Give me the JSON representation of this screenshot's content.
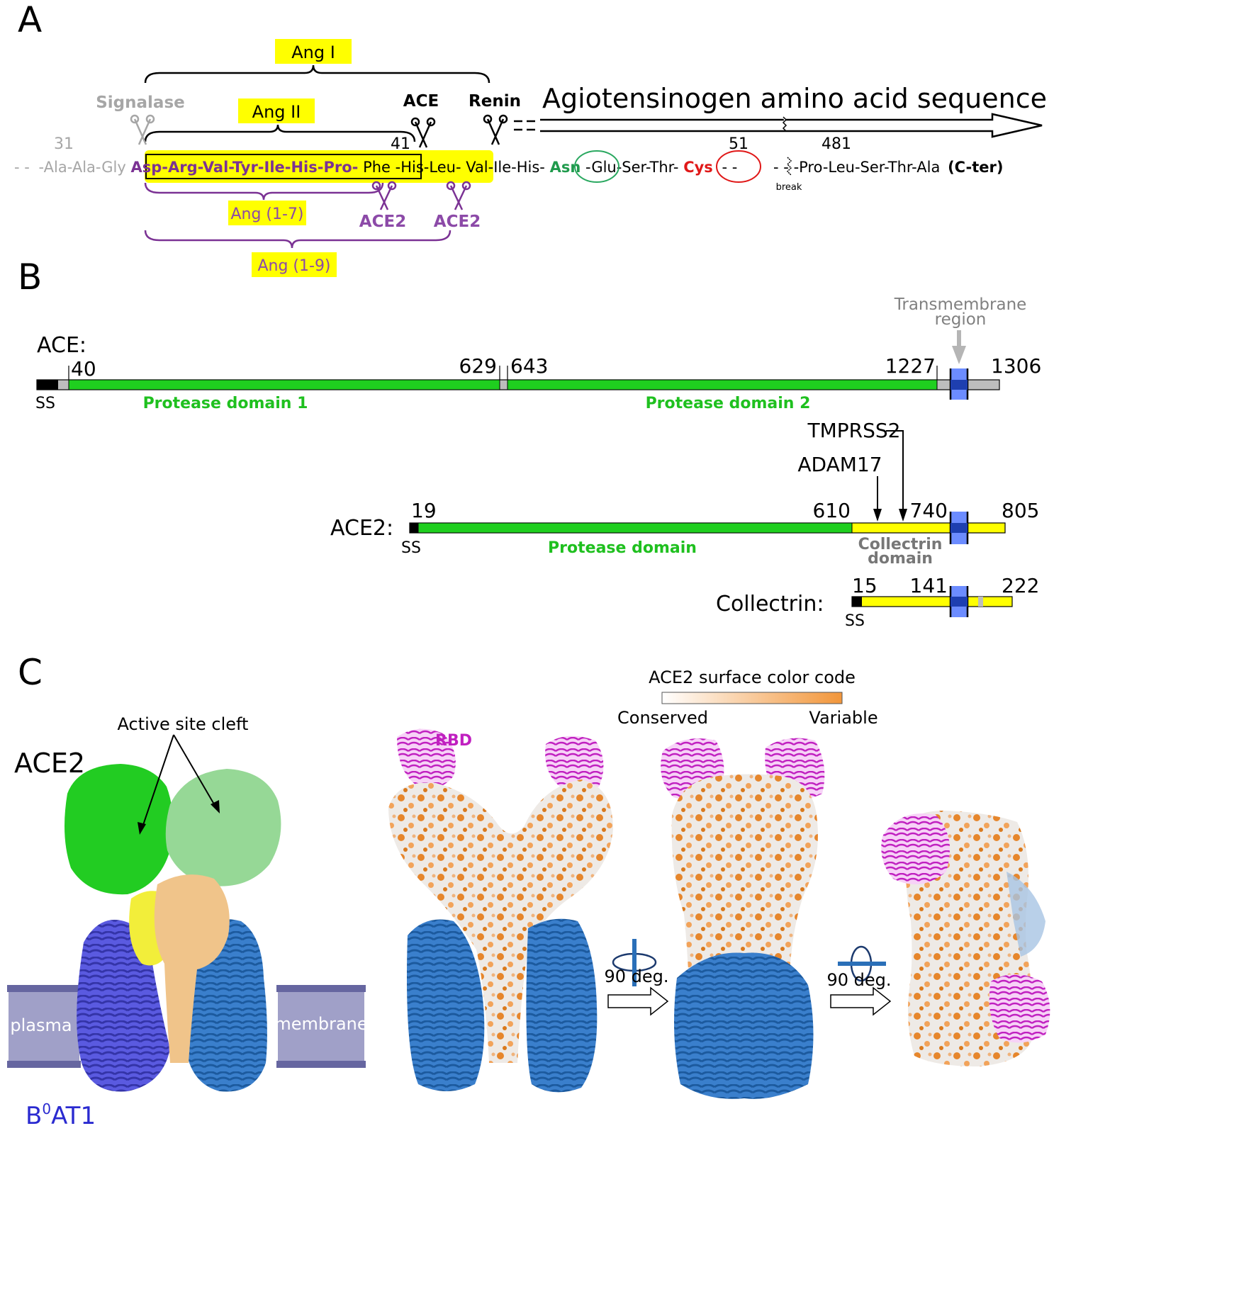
{
  "panels": {
    "a": "A",
    "b": "B",
    "c": "C"
  },
  "panel_a": {
    "ang_i": "Ang I",
    "ang_ii": "Ang II",
    "ang_1_7": "Ang (1-7)",
    "ang_1_9": "Ang (1-9)",
    "signalase": "Signalase",
    "ace": "ACE",
    "renin": "Renin",
    "ace2": "ACE2",
    "sequence_title": "Agiotensinogen amino acid sequence",
    "num_31": "31",
    "num_41": "41",
    "num_51": "51",
    "num_481": "481",
    "break_label": "break",
    "seq_dashes": "- -",
    "seq_grey": "-Ala-Ala-Gly",
    "seq_angii": "Asp-Arg-Val-Tyr-Ile-His-Pro-",
    "seq_phe": "Phe",
    "seq_his_leu": "-His-Leu-",
    "seq_val": "Val-Ile-His-",
    "seq_asn": "Asn",
    "seq_glu": "-Glu-Ser-Thr-",
    "seq_cys": "Cys",
    "seq_dash2": "- -",
    "seq_dash3": "- -",
    "seq_pro": "-Pro-Leu-Ser-Thr-Ala",
    "seq_cter": "(C-ter)"
  },
  "panel_b": {
    "transmembrane": [
      "Transmembrane",
      "region"
    ],
    "ace": {
      "label": "ACE:",
      "n40": "40",
      "n629": "629",
      "n643": "643",
      "n1227": "1227",
      "n1306": "1306",
      "ss": "SS",
      "domain1": "Protease domain 1",
      "domain2": "Protease domain 2"
    },
    "tmprss2": "TMPRSS2",
    "adam17": "ADAM17",
    "ace2": {
      "label": "ACE2:",
      "n19": "19",
      "n610": "610",
      "n740": "740",
      "n805": "805",
      "ss": "SS",
      "domain": "Protease domain",
      "collectrin_domain": [
        "Collectrin",
        "domain"
      ]
    },
    "collectrin": {
      "label": "Collectrin:",
      "n15": "15",
      "n141": "141",
      "n222": "222",
      "ss": "SS"
    }
  },
  "panel_c": {
    "color_code_title": "ACE2 surface color code",
    "conserved": "Conserved",
    "variable": "Variable",
    "active_site": "Active site cleft",
    "ace2": "ACE2",
    "rbd": "RBD",
    "plasma": "plasma",
    "membrane": "membrane",
    "b0at1_base": "B",
    "b0at1_sup": "0",
    "b0at1_rest": "AT1",
    "rot1": "90 deg.",
    "rot2": "90 deg."
  },
  "colors": {
    "green": "#1fcf1f",
    "yellow": "#ffff00",
    "purple": "#7b3294",
    "tm_blue": "#6c8cff",
    "orange": "#f2963a",
    "violet": "#4b4bd6",
    "steel": "#2a6fb8"
  }
}
